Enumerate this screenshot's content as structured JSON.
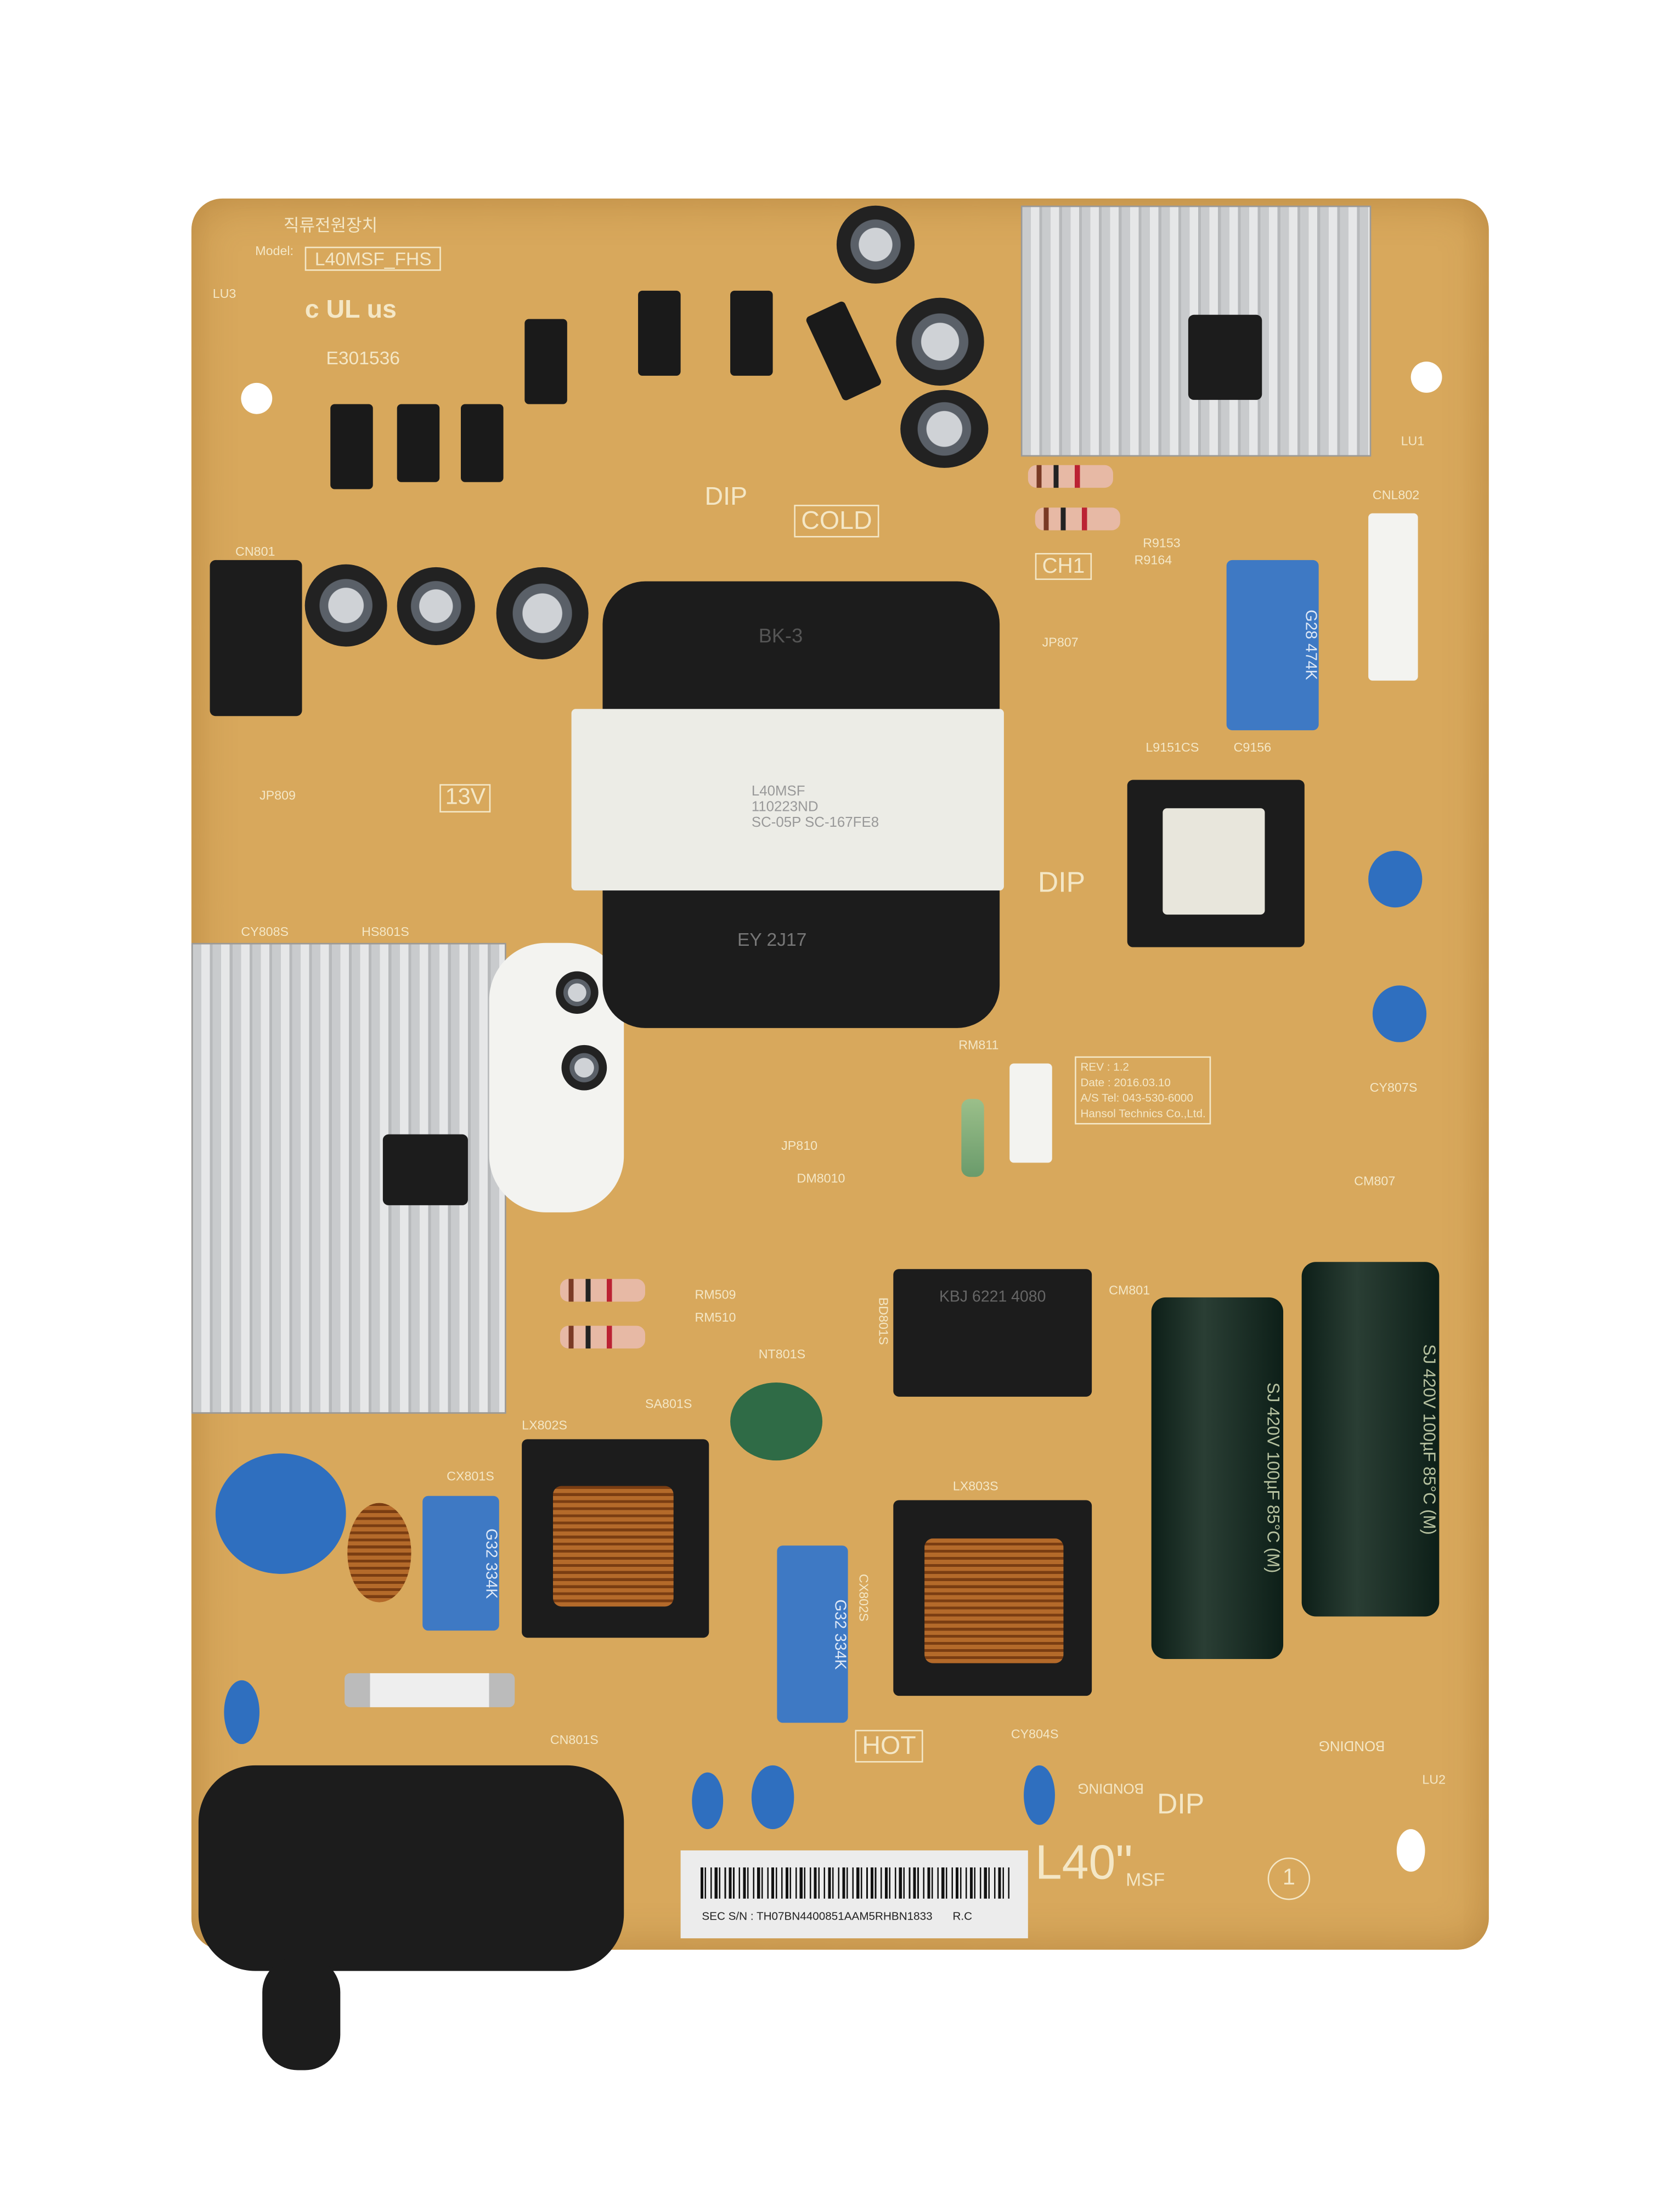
{
  "board": {
    "model_header": "직류전원장치",
    "model_label": "Model:",
    "model": "L40MSF_FHS",
    "ul_mark": "c UL us",
    "ul_file": "E301536",
    "dip_label": "DIP",
    "cold_label": "COLD",
    "hot_label": "HOT",
    "voltage_label": "13V",
    "ch_label": "CH1",
    "transformer_code": "BK-3",
    "transformer_tape": [
      "L40MSF",
      "110223ND",
      "SC-05P SC-167FE8"
    ],
    "transformer_bottom": "EY 2J17",
    "rev_box": [
      "REV : 1.2",
      "Date : 2016.03.10",
      "A/S Tel: 043-530-6000",
      "Hansol Technics Co.,Ltd."
    ],
    "cap_film_1": "G28 474K",
    "cap_film_2": "G32 334K",
    "cap_film_3": "G32 334K",
    "big_cap_text": "SJ 420V 100µF 85°C (M)",
    "bridge_text": "KBJ 6221 4080",
    "board_size": "L40\"",
    "board_series": "MSF",
    "board_number": "1",
    "bonding": "BONDING",
    "serial": "SEC S/N : TH07BN4400851AAM5RHBN1833",
    "serial_suffix": "R.C",
    "refs": [
      "CN801",
      "CNL802",
      "LX802S",
      "LX803S",
      "SA801S",
      "NT801S",
      "BD801S",
      "CM801",
      "CM807",
      "CY807S",
      "CY808S",
      "HS801S",
      "JP809",
      "JP807",
      "RM811",
      "JP810",
      "DM8010",
      "RM509",
      "RM510",
      "CN801S",
      "CX801S",
      "CX802S",
      "CY804S",
      "LU1",
      "LU2",
      "LU3",
      "L9151CS",
      "C9156",
      "R9153",
      "R9164"
    ]
  }
}
